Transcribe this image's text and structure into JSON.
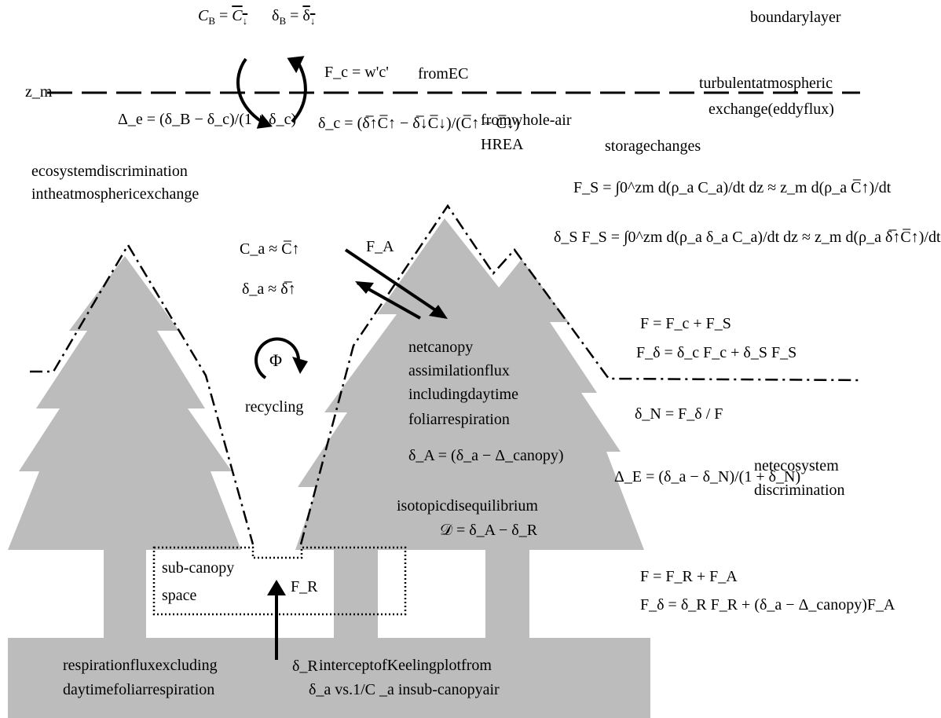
{
  "colors": {
    "tree_fill": "#bcbcbc",
    "line": "#000000",
    "background": "#ffffff"
  },
  "top_equations": {
    "cb": "C_B = C̅↓",
    "db": "δ_B = δ̅↓"
  },
  "labels": {
    "boundary_layer": "boundarylayer",
    "zm": "z_m",
    "fc_eq": "F_c = w'c'",
    "from_ec": "fromEC",
    "turbulent_1": "turbulentatmospheric",
    "turbulent_2": "exchange(eddyflux)",
    "delta_e_eq": "Δ_e = (δ_B − δ_c)/(1 + δ_c)",
    "eco_disc_1": "ecosystemdiscrimination",
    "eco_disc_2": "intheatmosphericexchange",
    "delta_c_eq": "δ_c = (δ̅↑C̅↑ − δ̅↓C̅↓)/(C̅↑ − C̅↓)",
    "from_whole_air": "fromwhole-air",
    "hrea": "HREA",
    "storage_changes": "storagechanges",
    "fs_eq": "F_S = ∫0^zm d(ρ_a C_a)/dt dz ≈ z_m d(ρ_a C̅↑)/dt",
    "dsfs_eq": "δ_S F_S = ∫0^zm d(ρ_a δ_a C_a)/dt dz ≈ z_m d(ρ_a δ̅↑C̅↑)/dt",
    "ca_eq": "C_a ≈ C̅↑",
    "da_eq": "δ_a ≈ δ̅↑",
    "fa_label": "F_A",
    "phi": "Φ",
    "recycling": "recycling",
    "f_eq1": "F = F_c + F_S",
    "fd_eq1": "F_δ = δ_c F_c + δ_S F_S",
    "net_canopy_1": "netcanopy",
    "net_canopy_2": "assimilationflux",
    "net_canopy_3": "includingdaytime",
    "net_canopy_4": "foliarrespiration",
    "da_canopy_eq": "δ_A = (δ_a − Δ_canopy)",
    "dn_eq": "δ_N = F_δ / F",
    "de_eq": "Δ_E = (δ_a − δ_N)/(1 + δ_N)",
    "net_eco_1": "netecosystem",
    "net_eco_2": "discrimination",
    "isotopic": "isotopicdisequilibrium",
    "d_eq": "𝒟 = δ_A − δ_R",
    "sub_canopy_1": "sub-canopy",
    "sub_canopy_2": "space",
    "fr_label": "F_R",
    "f_eq2": "F = F_R + F_A",
    "fd_eq2": "F_δ = δ_R F_R + (δ_a − Δ_canopy)F_A",
    "resp_1": "respirationfluxexcluding",
    "resp_2": "daytimefoliarrespiration",
    "dr_label": "δ_R",
    "keeling_1": "interceptofKeelingplotfrom",
    "keeling_2": "δ_a vs.1/C _a insub-canopyair"
  }
}
